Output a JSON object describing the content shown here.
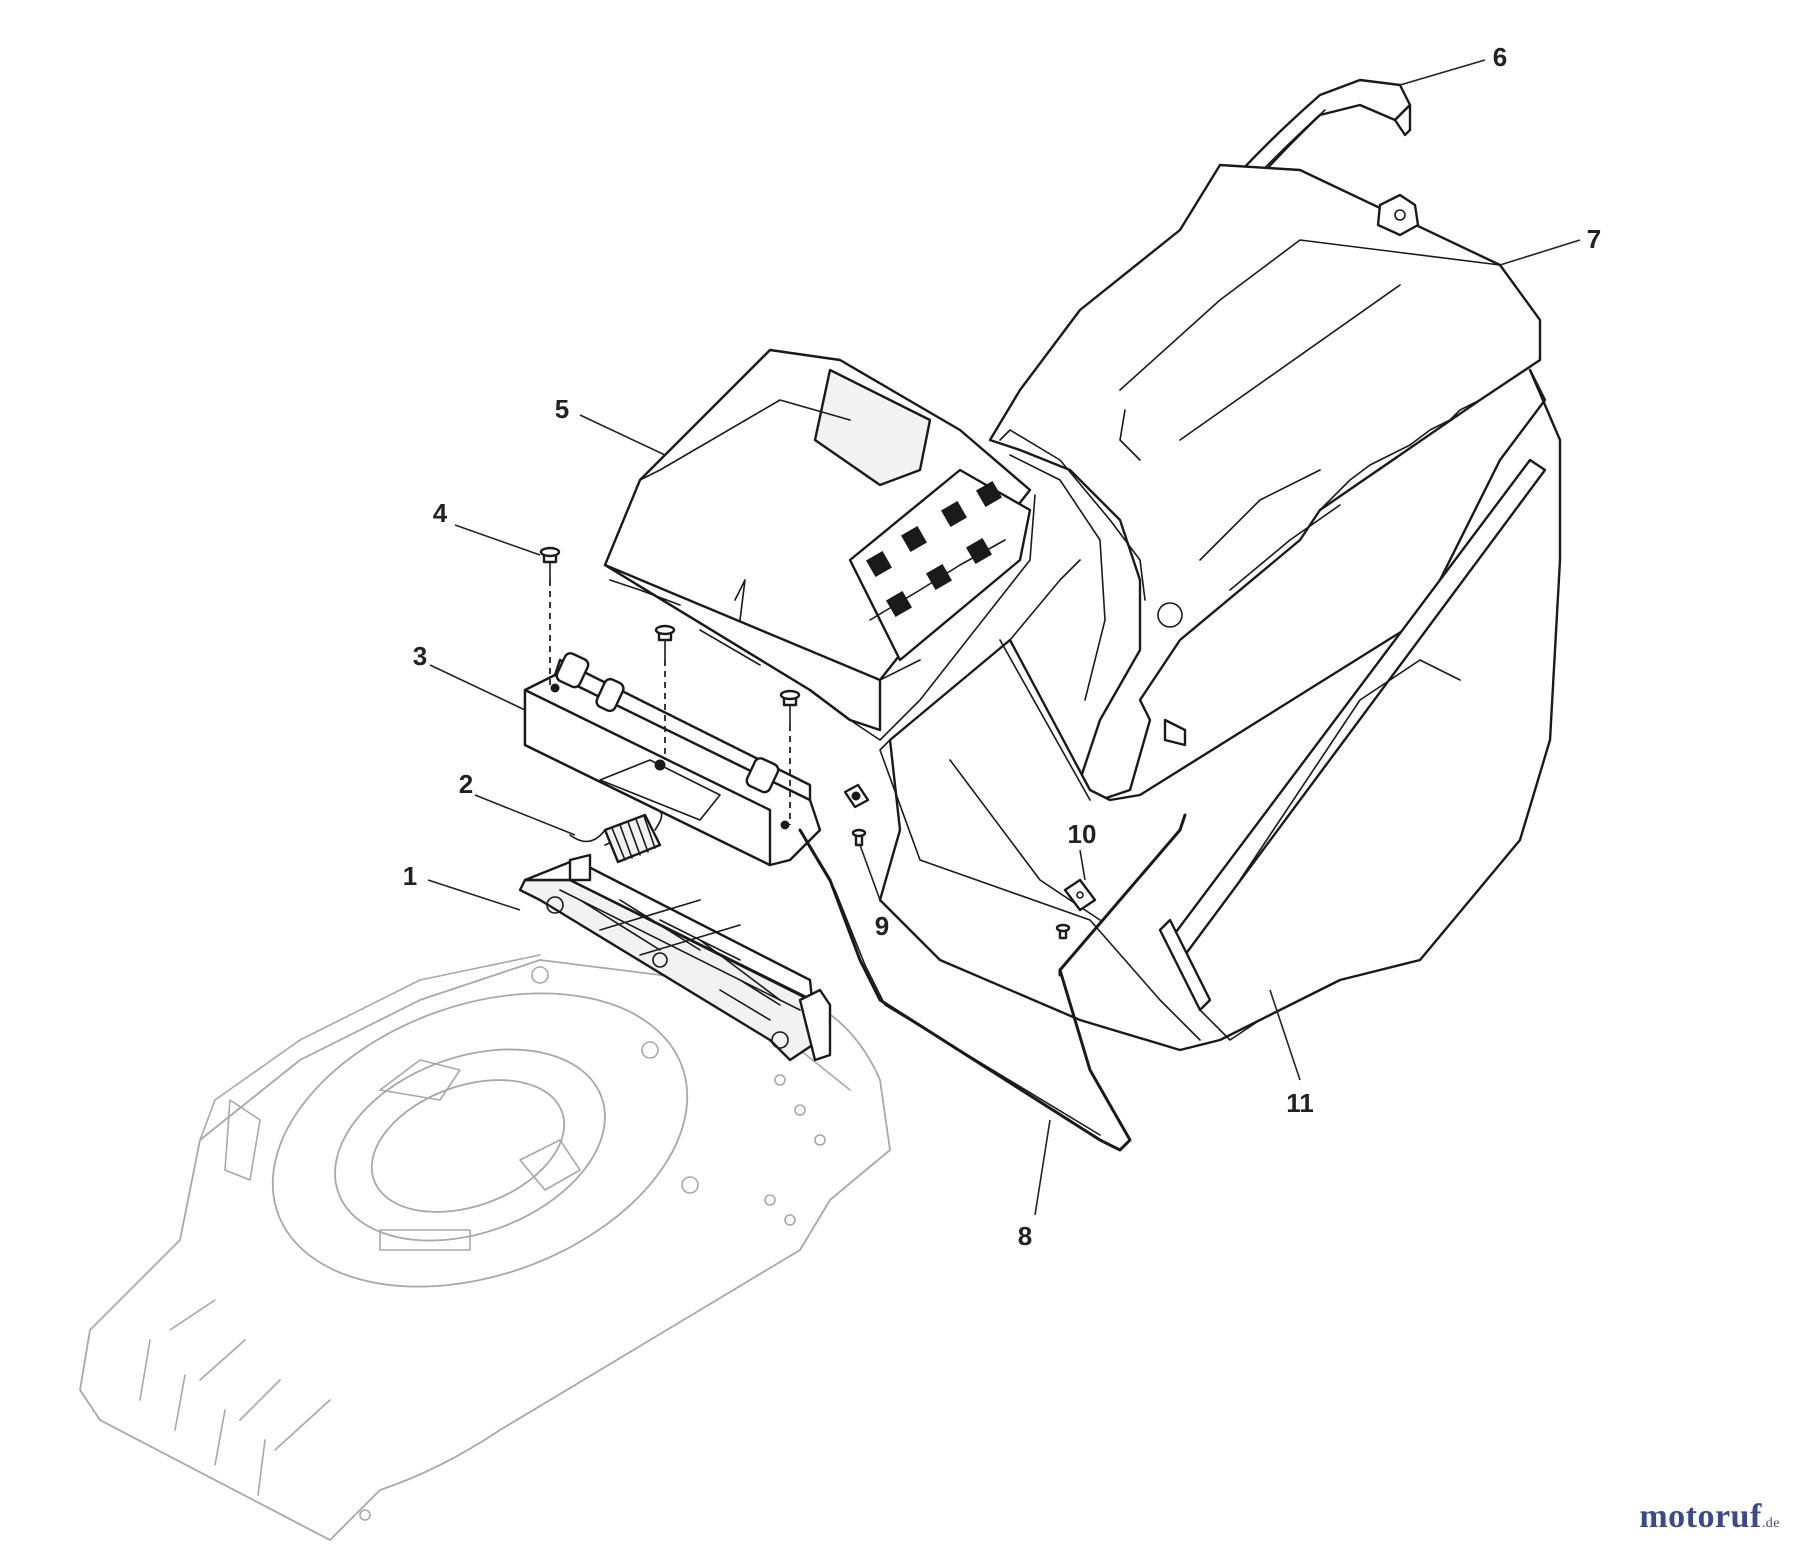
{
  "callouts": [
    {
      "id": "1",
      "label": "1"
    },
    {
      "id": "2",
      "label": "2"
    },
    {
      "id": "3",
      "label": "3"
    },
    {
      "id": "4",
      "label": "4"
    },
    {
      "id": "5",
      "label": "5"
    },
    {
      "id": "6",
      "label": "6"
    },
    {
      "id": "7",
      "label": "7"
    },
    {
      "id": "8",
      "label": "8"
    },
    {
      "id": "9",
      "label": "9"
    },
    {
      "id": "10",
      "label": "10"
    },
    {
      "id": "11",
      "label": "11"
    }
  ],
  "watermark": {
    "text_main": "motoruf",
    "text_tld": ".de"
  },
  "colors": {
    "line": "#1a1a1a",
    "deck_line": "#a8a8a8",
    "logo": "#3b4a8c"
  }
}
